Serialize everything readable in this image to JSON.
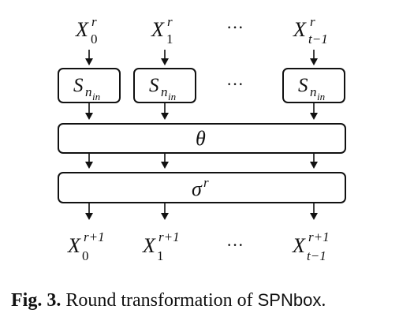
{
  "inputs": [
    {
      "base": "X",
      "sub": "0",
      "sup": "r"
    },
    {
      "base": "X",
      "sub": "1",
      "sup": "r"
    },
    {
      "base": "X",
      "sub": "t−1",
      "sup": "r"
    }
  ],
  "sbox": {
    "base": "S",
    "sub": "n",
    "subsub": "in"
  },
  "dots": "···",
  "theta_label": "θ",
  "sigma_label": {
    "base": "σ",
    "sup": "r"
  },
  "outputs": [
    {
      "base": "X",
      "sub": "0",
      "sup": "r+1"
    },
    {
      "base": "X",
      "sub": "1",
      "sup": "r+1"
    },
    {
      "base": "X",
      "sub": "t−1",
      "sup": "r+1"
    }
  ],
  "caption": {
    "label": "Fig. 3.",
    "text": "Round transformation of",
    "name": "SPNbox",
    "end": "."
  }
}
